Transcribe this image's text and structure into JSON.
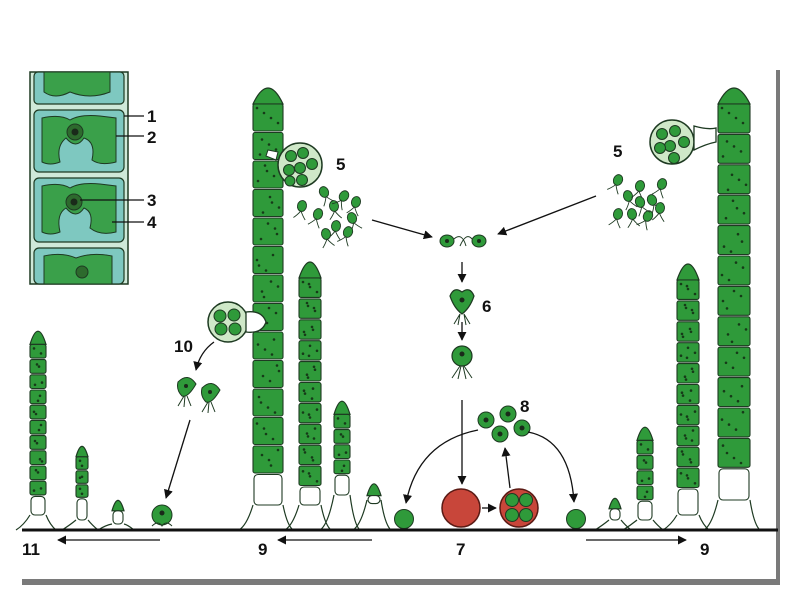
{
  "labels": {
    "inset_1": "1",
    "inset_2": "2",
    "inset_3": "3",
    "inset_4": "4",
    "zoospores_left": "5",
    "zoospores_right": "5",
    "zygote_pair": "6",
    "zygote_sphere": "7",
    "meiospores": "8",
    "new_filament_left": "9",
    "new_filament_right": "9",
    "aplanospores": "10",
    "germling": "11"
  },
  "colors": {
    "cell_green": "#2f9a3a",
    "cell_light": "#7cc46a",
    "wall": "#1e3a22",
    "chloroplast_bg": "#7ec8c0",
    "zygote": "#c8463a",
    "shadow": "#7a7a7a"
  }
}
